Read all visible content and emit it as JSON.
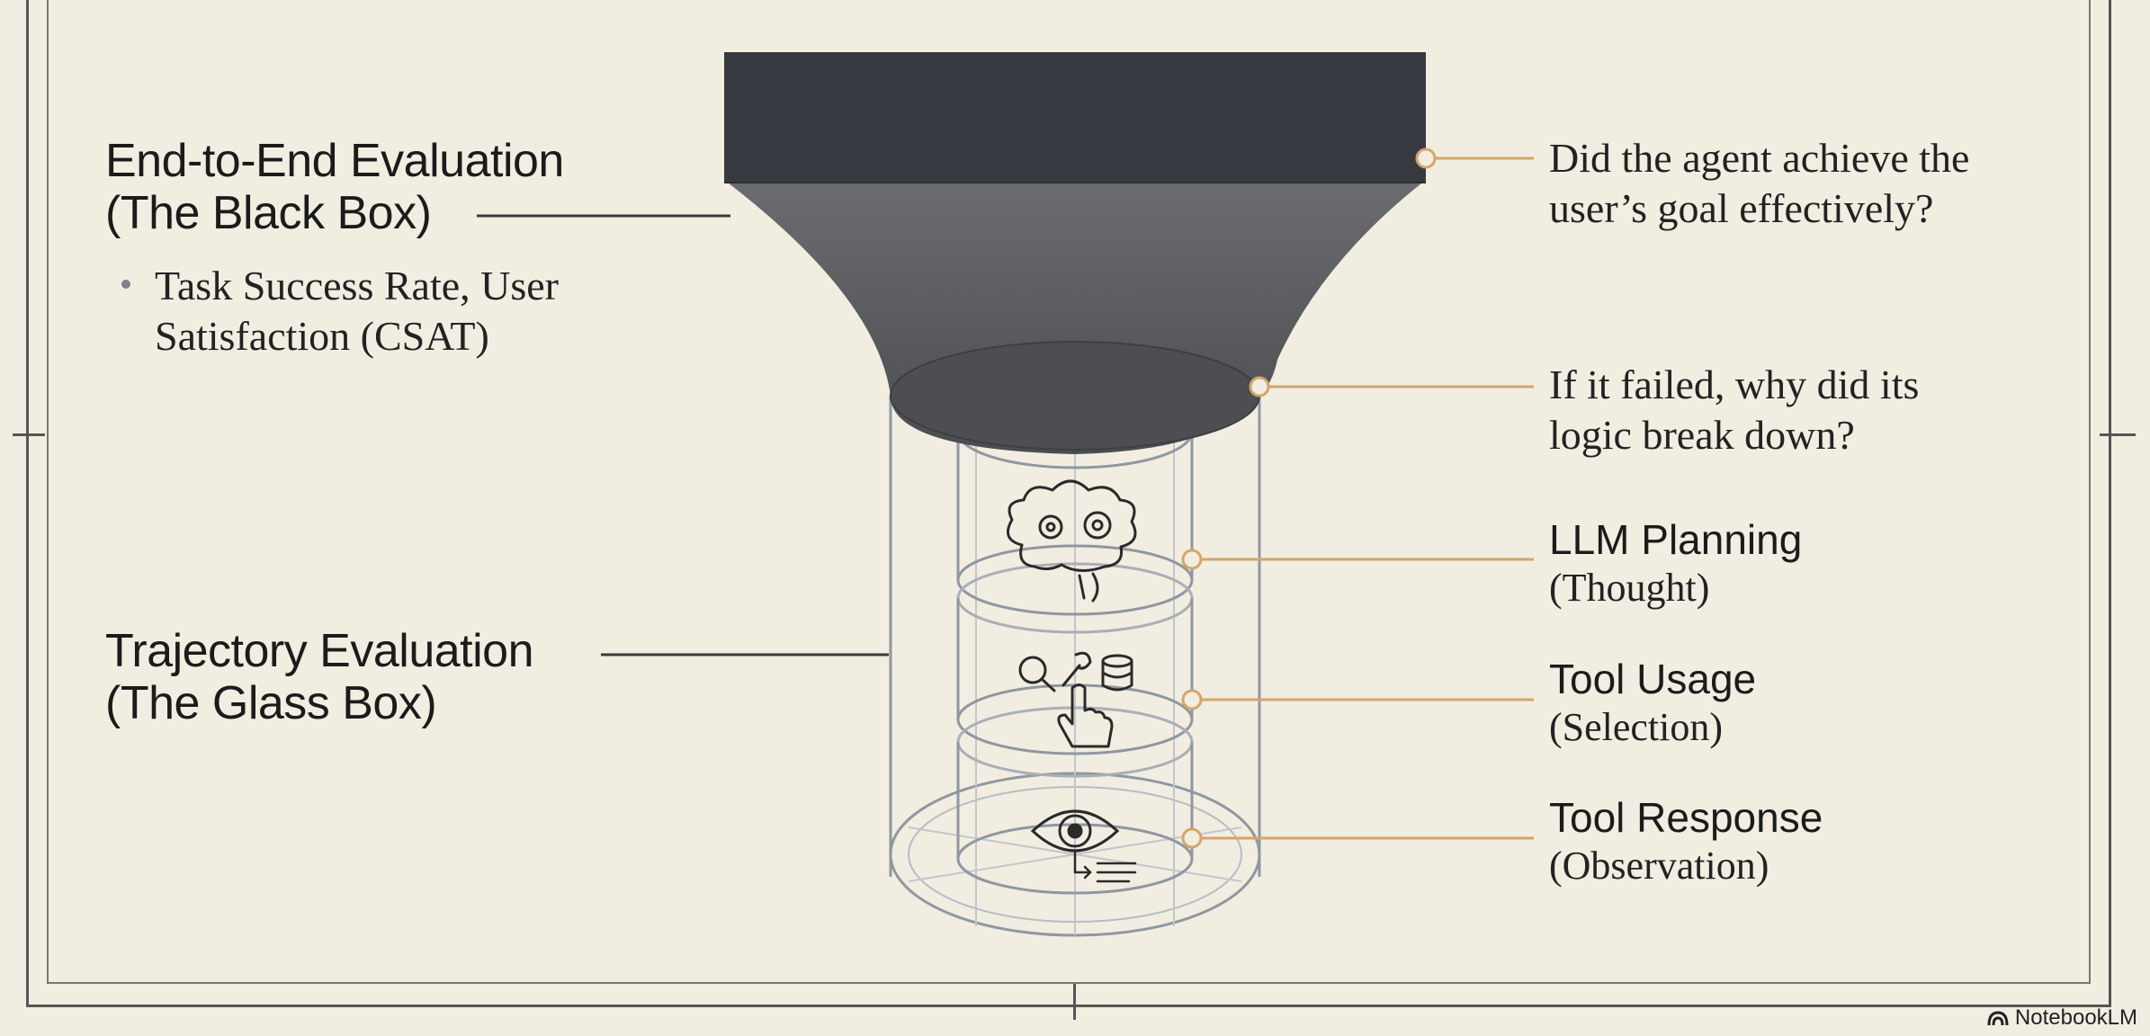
{
  "left": {
    "e2e": {
      "title_line1": "End-to-End Evaluation",
      "title_line2": "(The Black Box)",
      "bullet_line1": "Task Success Rate, User",
      "bullet_line2": "Satisfaction (CSAT)"
    },
    "trajectory": {
      "title_line1": "Trajectory Evaluation",
      "title_line2": "(The Glass Box)"
    }
  },
  "right": {
    "goal": {
      "line1": "Did the agent achieve the",
      "line2": "user’s goal effectively?"
    },
    "failure": {
      "line1": "If it failed, why did its",
      "line2": "logic break down?"
    },
    "planning": {
      "title": "LLM Planning",
      "subtitle": "(Thought)"
    },
    "tool_usage": {
      "title": "Tool Usage",
      "subtitle": "(Selection)"
    },
    "tool_response": {
      "title": "Tool Response",
      "subtitle": "(Observation)"
    }
  },
  "brand": {
    "name": "NotebookLM"
  },
  "colors": {
    "background": "#f1ede1",
    "black_box_top": "#363a40",
    "black_box_funnel": "#5b5d61",
    "connector_orange": "#d5a56a",
    "glass_stroke": "#8f97a1"
  },
  "icons": [
    "brain-gears-icon",
    "magnifier-icon",
    "wrench-icon",
    "database-icon",
    "pointing-hand-icon",
    "eye-icon",
    "list-icon"
  ]
}
